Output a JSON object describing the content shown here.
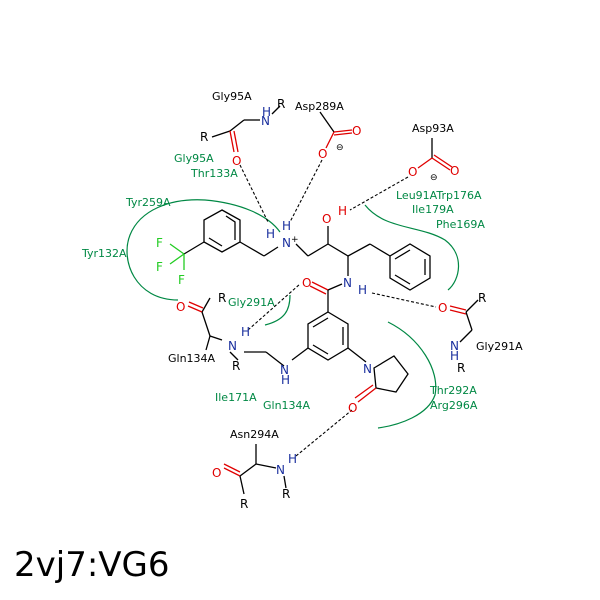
{
  "title": "2vj7:VG6",
  "residues": {
    "gly95a_top": "Gly95A",
    "asp289a": "Asp289A",
    "asp93a": "Asp93A",
    "gln134a_left": "Gln134A",
    "gly291a_right": "Gly291A",
    "asn294a": "Asn294A"
  },
  "hydrophobic": {
    "gly95a": "Gly95A",
    "thr133a": "Thr133A",
    "tyr259a": "Tyr259A",
    "tyr132a": "Tyr132A",
    "leu91a_trp176a": "Leu91ATrp176A",
    "ile179a": "Ile179A",
    "phe169a": "Phe169A",
    "gly291a": "Gly291A",
    "ile171a": "Ile171A",
    "gln134a": "Gln134A",
    "thr292a": "Thr292A",
    "arg296a": "Arg296A"
  },
  "atoms": {
    "N": "N",
    "H": "H",
    "O": "O",
    "F": "F",
    "R": "R",
    "plus": "+",
    "minus": "⊖"
  },
  "colors": {
    "carbon": "#000000",
    "nitrogen": "#1a2f9e",
    "oxygen": "#e00000",
    "fluorine": "#22cc22",
    "hydrophobic": "#008844"
  }
}
